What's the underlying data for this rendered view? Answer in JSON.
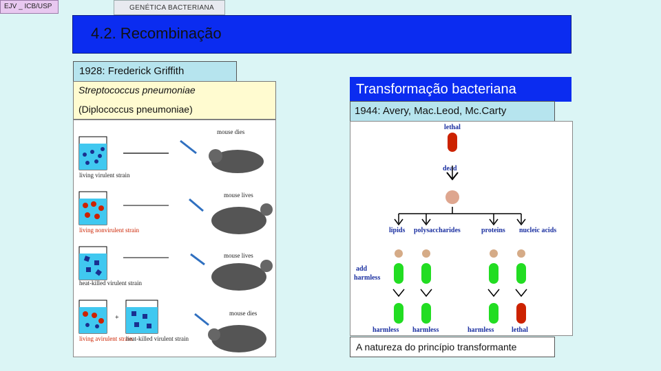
{
  "header": {
    "tag_left": "EJV _ ICB/USP",
    "tag_course": "GENÉTICA   BACTERIANA",
    "section_title": "4.2. Recombinação"
  },
  "griffith": {
    "heading": "1928: Frederick Griffith",
    "species_italic": "Streptococcus pneumoniae",
    "species_alt": "(Diplococcus pneumoniae)",
    "figure": {
      "outcomes": [
        "mouse dies",
        "mouse lives",
        "mouse lives",
        "mouse dies"
      ],
      "strains": [
        "living virulent strain",
        "living nonvirulent strain",
        "heat-killed virulent strain",
        "living avirulent strain",
        "heat-killed virulent strain"
      ]
    }
  },
  "avery": {
    "banner": "Transformação bacteriana",
    "heading": "1944: Avery, Mac.Leod, Mc.Carty",
    "caption": "A natureza do princípio transformante",
    "figure": {
      "top_label": "lethal",
      "dead_label": "dead",
      "fractions": [
        "lipids",
        "polysaccharides",
        "proteins",
        "nucleic acids"
      ],
      "add_label": "add harmless",
      "results": [
        "harmless",
        "harmless",
        "harmless",
        "lethal"
      ]
    }
  },
  "colors": {
    "banner_blue": "#0b2cf0",
    "label_cyan": "#b6e4ee",
    "species_yellow": "#fffbd0",
    "virulent_red": "#cc2200",
    "harmless_green": "#22dd22",
    "figure_label_blue": "#1a2fa0"
  }
}
